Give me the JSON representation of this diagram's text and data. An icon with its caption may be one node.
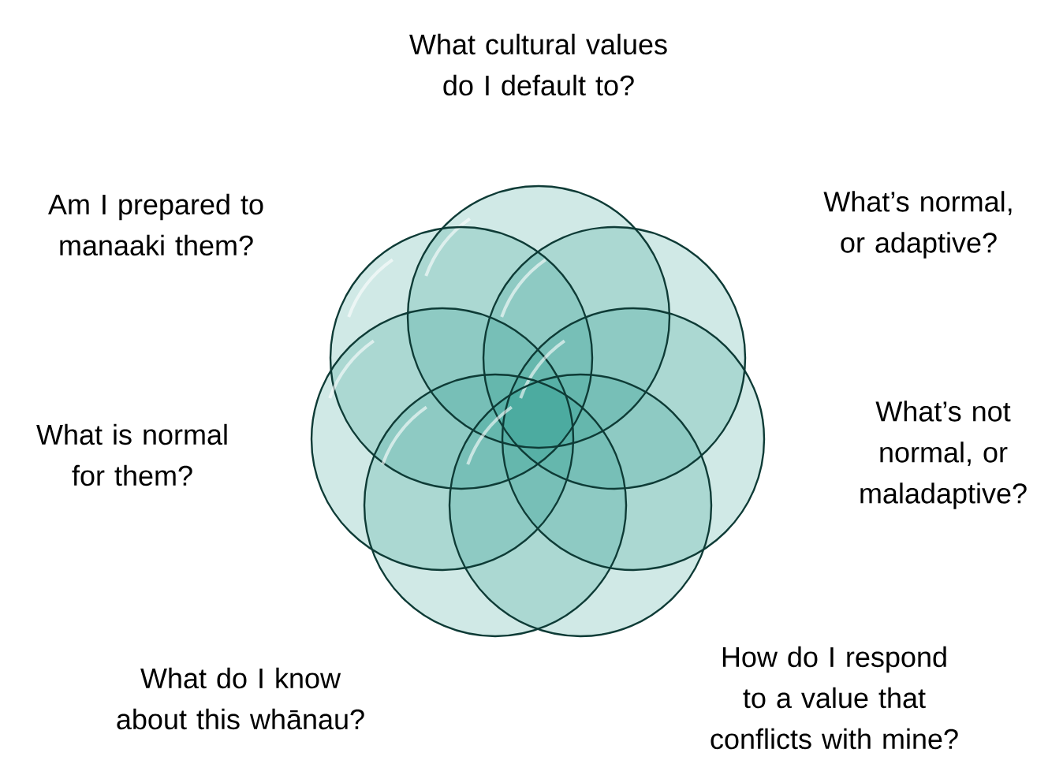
{
  "diagram": {
    "labels": [
      "What cultural values do I default to?",
      "Am I prepared to manaaki them?",
      "What’s normal, or adaptive?",
      "What is normal for them?",
      "What’s not normal, or maladaptive?",
      "What do I know about this whānau?",
      "How do I respond to a value that conflicts with mine?"
    ]
  }
}
